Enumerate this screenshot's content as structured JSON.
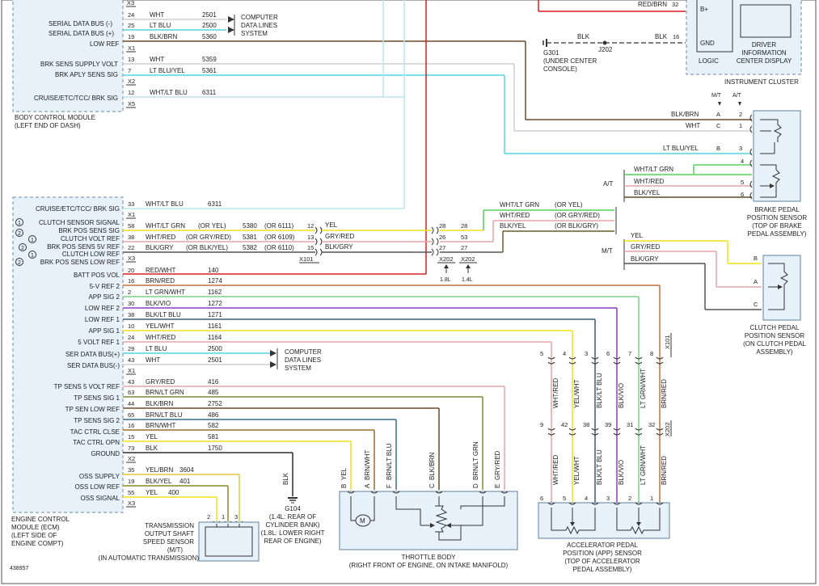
{
  "colors": {
    "red": "#d62020",
    "white": "#cfcfcf",
    "ltblu": "#57d2e8",
    "ltgrn": "#58cf5e",
    "yellow": "#f2e21a",
    "blk": "#2b2b2b",
    "brn": "#9b6a2f",
    "gry": "#9a9a9a",
    "vio": "#8f3fbf",
    "orange": "#d9822b",
    "pink": "#e7a3a8",
    "ltgrnwht": "#7ad08a",
    "box_fill": "#e6f1fa"
  },
  "bcm": {
    "rows": [
      {
        "label": "SERIAL DATA BUS (-)",
        "pin": "25",
        "circuit": "2500",
        "color": "LT BLU"
      },
      {
        "label": "SERIAL DATA BUS (+)",
        "pin": "19",
        "circuit": "5360",
        "color": "BLK/BRN"
      },
      {
        "label": "LOW REF",
        "pin": "X1",
        "circuit": "",
        "color": ""
      },
      {
        "label": "BRK SENS SUPPLY VOLT",
        "pin": "13",
        "circuit": "5359",
        "color": "WHT"
      },
      {
        "label": "BRK APLY SENS SIG",
        "pin": "7",
        "circuit": "5361",
        "color": "LT BLU/YEL"
      },
      {
        "label": "CRUISE/ETC/TCC/ BRK SIG",
        "pin": "12",
        "circuit": "6311",
        "color": "WHT/LT BLU"
      }
    ],
    "top_row": {
      "pin": "24",
      "color": "WHT",
      "circuit": "2501"
    },
    "connectors": [
      "X3",
      "X1",
      "X2",
      "X5"
    ],
    "name": "BODY CONTROL MODULE",
    "location": "(LEFT END OF DASH)",
    "data_lines": "COMPUTER DATA LINES SYSTEM"
  },
  "ground": {
    "g301": "G301",
    "g301_loc": "(UNDER CENTER CONSOLE)",
    "j202": "J202",
    "wire": "BLK",
    "wire2": "BLK",
    "pin": "16"
  },
  "cluster": {
    "wire": "RED/BRN",
    "pin_bplus": "32",
    "bplus": "B+",
    "gnd": "GND",
    "logic": "LOGIC",
    "display": "DRIVER INFORMATION CENTER DISPLAY",
    "name": "INSTRUMENT CLUSTER"
  },
  "brake_sensor": {
    "mt": "M/T",
    "at": "A/T",
    "rows": [
      {
        "wire": "BLK/BRN",
        "mt": "A",
        "at": "2"
      },
      {
        "wire": "WHT",
        "mt": "C",
        "at": "1"
      },
      {
        "wire": "LT BLU/YEL",
        "mt": "B",
        "at": "3"
      }
    ],
    "at_rows": [
      {
        "wire": "WHT/LT GRN",
        "pin": "4"
      },
      {
        "wire": "WHT/RED",
        "pin": "5"
      },
      {
        "wire": "BLK/YEL",
        "pin": "6"
      }
    ],
    "at_label": "A/T",
    "name": "BRAKE PEDAL POSITION SENSOR",
    "location": "(TOP OF BRAKE PEDAL ASSEMBLY)"
  },
  "clutch_sensor": {
    "mt_label": "M/T",
    "rows": [
      {
        "wire": "YEL",
        "pin": ""
      },
      {
        "wire": "GRY/RED",
        "pin": "B"
      },
      {
        "wire": "BLK/GRY",
        "pin": "A"
      }
    ],
    "pin_c": "C",
    "name": "CLUTCH PEDAL POSITION SENSOR",
    "location": "(ON CLUTCH PEDAL ASSEMBLY)"
  },
  "ecm": {
    "rows": [
      {
        "label": "CRUISE/ETC/TCC/ BRK SIG",
        "pin": "33",
        "wire": "WHT/LT BLU",
        "circuit": "6311"
      },
      {
        "label": "CLUTCH SENSOR SIGNAL",
        "pin": "58",
        "wire": "WHT/LT GRN",
        "alt": "(OR YEL)",
        "circuit": "5380",
        "altc": "(OR 6111)"
      },
      {
        "label": "BRK POS SENS SIG",
        "pin": "38",
        "wire": "WHT/RED",
        "alt": "(OR GRY/RED)",
        "circuit": "5381",
        "altc": "(OR 6109)"
      },
      {
        "label": "CLUTCH VOLT REF",
        "pin": "22",
        "wire": "BLK/GRY",
        "alt": "(OR BLK/YEL)",
        "circuit": "5382",
        "altc": "(OR 6110)"
      },
      {
        "label": "BRK POS SENS 5V REF",
        "pin": "",
        "wire": "",
        "circuit": ""
      },
      {
        "label": "CLUTCH LOW REF",
        "pin": "",
        "wire": "",
        "circuit": ""
      },
      {
        "label": "BRK POS SENS LOW REF",
        "pin": "X3",
        "wire": "",
        "circuit": ""
      },
      {
        "label": "BATT POS VOL",
        "pin": "20",
        "wire": "RED/WHT",
        "circuit": "140"
      },
      {
        "label": "5-V REF 2",
        "pin": "16",
        "wire": "BRN/RED",
        "circuit": "1274"
      },
      {
        "label": "APP SIG 2",
        "pin": "2",
        "wire": "LT GRN/WHT",
        "circuit": "1162"
      },
      {
        "label": "LOW REF 2",
        "pin": "30",
        "wire": "BLK/VIO",
        "circuit": "1272"
      },
      {
        "label": "LOW REF 1",
        "pin": "38",
        "wire": "BLK/LT BLU",
        "circuit": "1271"
      },
      {
        "label": "APP SIG 1",
        "pin": "10",
        "wire": "YEL/WHT",
        "circuit": "1161"
      },
      {
        "label": "5 VOLT REF 1",
        "pin": "24",
        "wire": "WHT/RED",
        "circuit": "1164"
      },
      {
        "label": "SER DATA BUS(+)",
        "pin": "29",
        "wire": "LT BLU",
        "circuit": "2500"
      },
      {
        "label": "SER DATA BUS(-)",
        "pin": "43",
        "wire": "WHT",
        "circuit": "2501"
      },
      {
        "label": "TP SENS 5 VOLT REF",
        "pin": "43",
        "wire": "GRY/RED",
        "circuit": "416"
      },
      {
        "label": "TP SENS SIG 1",
        "pin": "63",
        "wire": "BRN/LT GRN",
        "circuit": "485"
      },
      {
        "label": "TP SEN LOW REF",
        "pin": "44",
        "wire": "BLK/BRN",
        "circuit": "2752"
      },
      {
        "label": "TP SENS SIG 2",
        "pin": "65",
        "wire": "BRN/LT BLU",
        "circuit": "486"
      },
      {
        "label": "TAC CTRL CLSE",
        "pin": "16",
        "wire": "BRN/WHT",
        "circuit": "582"
      },
      {
        "label": "TAC CTRL OPN",
        "pin": "15",
        "wire": "YEL",
        "circuit": "581"
      },
      {
        "label": "GROUND",
        "pin": "73",
        "wire": "BLK",
        "circuit": "1750"
      },
      {
        "label": "OSS SUPPLY",
        "pin": "35",
        "wire": "YEL/BRN",
        "circuit": "3604"
      },
      {
        "label": "OSS LOW REF",
        "pin": "19",
        "wire": "BLK/YEL",
        "circuit": "401"
      },
      {
        "label": "OSS SIGNAL",
        "pin": "55",
        "wire": "YEL",
        "circuit": "400"
      }
    ],
    "name": "ENGINE CONTROL MODULE (ECM)",
    "location": "(LEFT SIDE OF ENGINE COMPT)",
    "data_lines": "COMPUTER DATA LINES SYSTEM",
    "notes": [
      "1",
      "2",
      "1",
      "2",
      "1",
      "2"
    ],
    "connectors": [
      "X1",
      "X3",
      "X1",
      "X2",
      "X3"
    ]
  },
  "splice": {
    "pin12": "12",
    "pin13": "13",
    "pin15": "15",
    "yel": "YEL",
    "gry_red": "GRY/RED",
    "blk_gry": "BLK/GRY",
    "x101": "X101",
    "p28a": "28",
    "p28b": "28",
    "p26": "26",
    "p53": "53",
    "p27a": "27",
    "p27b": "27",
    "x202a": "X202",
    "x202b": "X202",
    "l18": "1.8L",
    "l14": "1.4L",
    "right_rows": [
      {
        "wire": "WHT/LT GRN",
        "alt": "(OR YEL)"
      },
      {
        "wire": "WHT/RED",
        "alt": "(OR GRY/RED)"
      },
      {
        "wire": "BLK/YEL",
        "alt": "(OR BLK/GRY)"
      }
    ]
  },
  "app_sensor": {
    "top_pins": [
      "5",
      "4",
      "3",
      "6",
      "7",
      "8"
    ],
    "x101": "X101",
    "x202": "X202",
    "mid_pins": [
      "9",
      "42",
      "38",
      "39",
      "31",
      "32"
    ],
    "wires_top": [
      "WHT/RED",
      "YEL/WHT",
      "BLK/LT BLU",
      "BLK/VIO",
      "LT GRN/WHT",
      "BRN/RED"
    ],
    "bottom_pins": [
      "6",
      "5",
      "4",
      "3",
      "2",
      "1"
    ],
    "name": "ACCELERATOR PEDAL POSITION (APP) SENSOR",
    "location": "(TOP OF ACCELERATOR PEDAL ASSEMBLY)"
  },
  "throttle": {
    "wires": [
      "YEL",
      "BRN/WHT",
      "BRN/LT BLU",
      "BLK/BRN",
      "BRN/LT GRN",
      "GRY/RED"
    ],
    "pins": [
      "B",
      "A",
      "F",
      "C",
      "D",
      "E"
    ],
    "motor": "M",
    "name": "THROTTLE BODY",
    "location": "(RIGHT FRONT OF ENGINE, ON INTAKE MANIFOLD)"
  },
  "g104": {
    "wire": "BLK",
    "name": "G104",
    "loc1": "(1.4L: REAR OF CYLINDER BANK)",
    "loc2": "(1.8L: LOWER RIGHT REAR OF ENGINE)"
  },
  "oss_sensor": {
    "pins": [
      "2",
      "1",
      "3"
    ],
    "name": "TRANSMISSION OUTPUT SHAFT SPEED SENSOR (M/T)",
    "note": "(IN AUTOMATIC TRANSMISSION)"
  },
  "figure_id": "438957"
}
